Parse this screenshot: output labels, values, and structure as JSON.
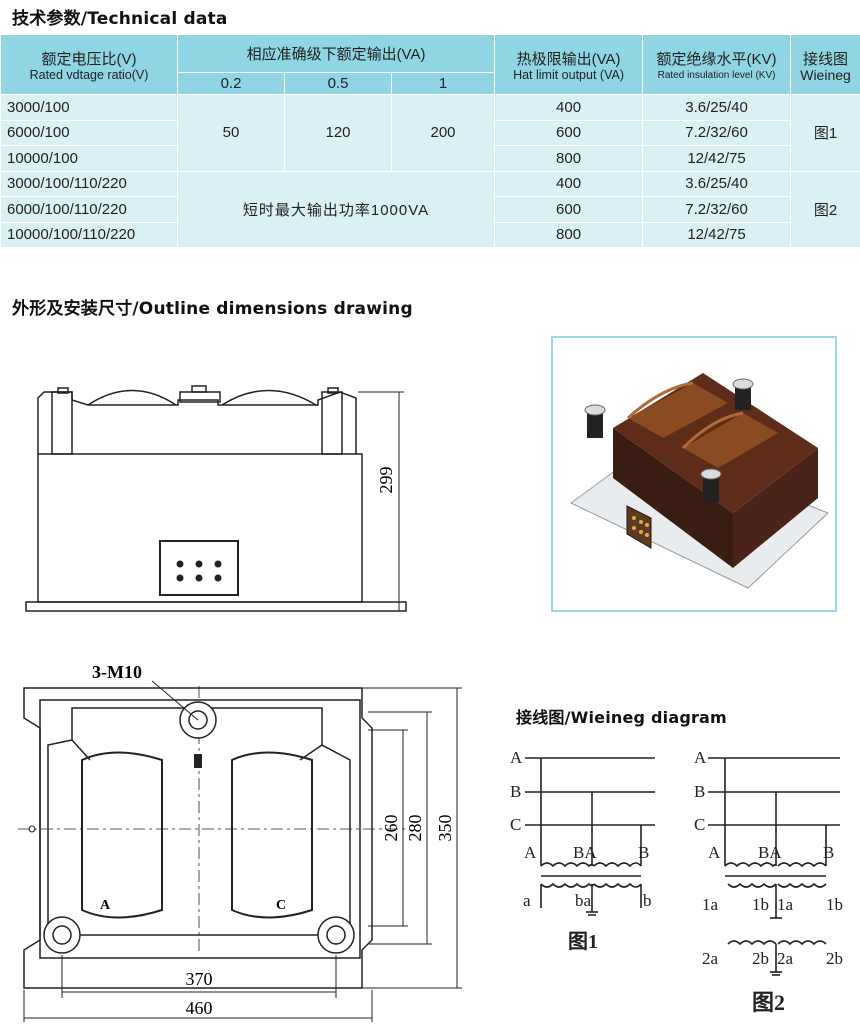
{
  "spec_section": {
    "title": "技术参数/Technical data"
  },
  "table": {
    "headers": {
      "ratio_cn": "额定电压比(V)",
      "ratio_en": "Rated vdtage ratio(V)",
      "output_cn": "相应准确级下额定输出(VA)",
      "classes": [
        "0.2",
        "0.5",
        "1"
      ],
      "thermal_cn": "热极限输出(VA)",
      "thermal_en": "Hat limit output (VA)",
      "insulation_cn": "额定绝缘水平(KV)",
      "insulation_en": "Rated insulation level (KV)",
      "wiring_cn": "接线图",
      "wiring_en": "Wieineg"
    },
    "rows": [
      {
        "ratio": "3000/100",
        "thermal": "400",
        "insulation": "3.6/25/40"
      },
      {
        "ratio": "6000/100",
        "thermal": "600",
        "insulation": "7.2/32/60"
      },
      {
        "ratio": "10000/100",
        "thermal": "800",
        "insulation": "12/42/75"
      },
      {
        "ratio": "3000/100/110/220",
        "thermal": "400",
        "insulation": "3.6/25/40"
      },
      {
        "ratio": "6000/100/110/220",
        "thermal": "600",
        "insulation": "7.2/32/60"
      },
      {
        "ratio": "10000/100/110/220",
        "thermal": "800",
        "insulation": "12/42/75"
      }
    ],
    "group1_outputs": [
      "50",
      "120",
      "200"
    ],
    "group1_wiring": "图1",
    "group2_note": "短时最大输出功率1000VA",
    "group2_wiring": "图2"
  },
  "outline_section": {
    "title": "外形及安装尺寸/Outline dimensions drawing"
  },
  "front_view": {
    "dim_height": "299"
  },
  "top_view": {
    "thread_label": "3-M10",
    "dims": [
      "260",
      "280",
      "350",
      "370",
      "460"
    ],
    "marks": [
      "A",
      "C"
    ]
  },
  "wiring_section": {
    "title": "接线图/Wieineg diagram",
    "fig1": {
      "lines": [
        "A",
        "B",
        "C"
      ],
      "primary_labels": [
        "A",
        "BA",
        "B"
      ],
      "secondary_labels": [
        "a",
        "ba",
        "b"
      ],
      "caption": "图1"
    },
    "fig2": {
      "lines": [
        "A",
        "B",
        "C"
      ],
      "primary_labels": [
        "A",
        "BA",
        "B"
      ],
      "secondary1_labels": [
        "1a",
        "1b",
        "1a",
        "1b"
      ],
      "secondary2_labels": [
        "2a",
        "2b",
        "2a",
        "2b"
      ],
      "caption": "图2"
    }
  },
  "colors": {
    "table_header": "#8fd5e3",
    "table_body": "#d9f0f5",
    "photo_border": "#9ad8ec",
    "product_body": "#4a2418",
    "product_top": "#8a4a22"
  }
}
